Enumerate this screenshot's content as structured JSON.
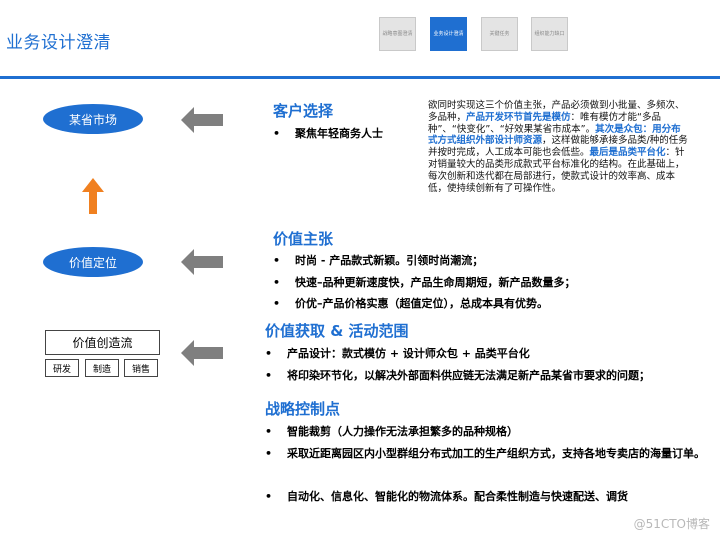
{
  "header": {
    "title": "业务设计澄清",
    "tabs": [
      {
        "label": "战略意图澄清",
        "active": false
      },
      {
        "label": "业务设计澄清",
        "active": true
      },
      {
        "label": "关键任务",
        "active": false
      },
      {
        "label": "组织能力缺口",
        "active": false
      }
    ]
  },
  "left": {
    "oval_market": "某省市场",
    "oval_value": "价值定位",
    "value_chain_title": "价值创造流",
    "value_chain_steps": [
      "研发",
      "制造",
      "销售"
    ]
  },
  "sections": {
    "customer": {
      "title": "客户选择",
      "bullets": [
        "聚焦年轻商务人士"
      ]
    },
    "value": {
      "title": "价值主张",
      "bullets": [
        "时尚 - 产品款式新颖。引领时尚潮流；",
        "快速–品种更新速度快，产品生命周期短，新产品数量多；",
        "价优–产品价格实惠（超值定位），总成本具有优势。"
      ]
    },
    "capture": {
      "title": "价值获取 & 活动范围",
      "bullets": [
        "产品设计：款式模仿 + 设计师众包 + 品类平台化",
        "将印染环节化，以解决外部面料供应链无法满足新产品某省市要求的问题；"
      ]
    },
    "control": {
      "title": "战略控制点",
      "bullets": [
        "智能裁剪（人力操作无法承担繁多的品种规格）",
        "采取近距离园区内小型群组分布式加工的生产组织方式，支持各地专卖店的海量订单。",
        "自动化、信息化、智能化的物流体系。配合柔性制造与快速配送、调货"
      ]
    }
  },
  "note": {
    "p1": "欲同时实现这三个价值主张，产品必须做到小批量、多频次、多品种，",
    "h1": "产品开发环节首先是模仿",
    "p2": "：唯有模仿才能“多品种”、“快变化”、“好效果某省市成本”。",
    "h2": "其次是众包：用分布式方式组织外部设计师资源",
    "p3": "，这样做能够承接多品类/种的任务并按时完成，人工成本可能也会低些。",
    "h3": "最后是品类平台化",
    "p4": "：针对销量较大的品类形成款式平台标准化的结构。在此基础上，每次创新和迭代都在局部进行，使款式设计的效率高、成本低，使持续创新有了可操作性。"
  },
  "watermark": "@51CTO博客",
  "colors": {
    "accent": "#1f6fd1",
    "arrow_gray": "#7f7f7f",
    "arrow_orange": "#f08020"
  }
}
